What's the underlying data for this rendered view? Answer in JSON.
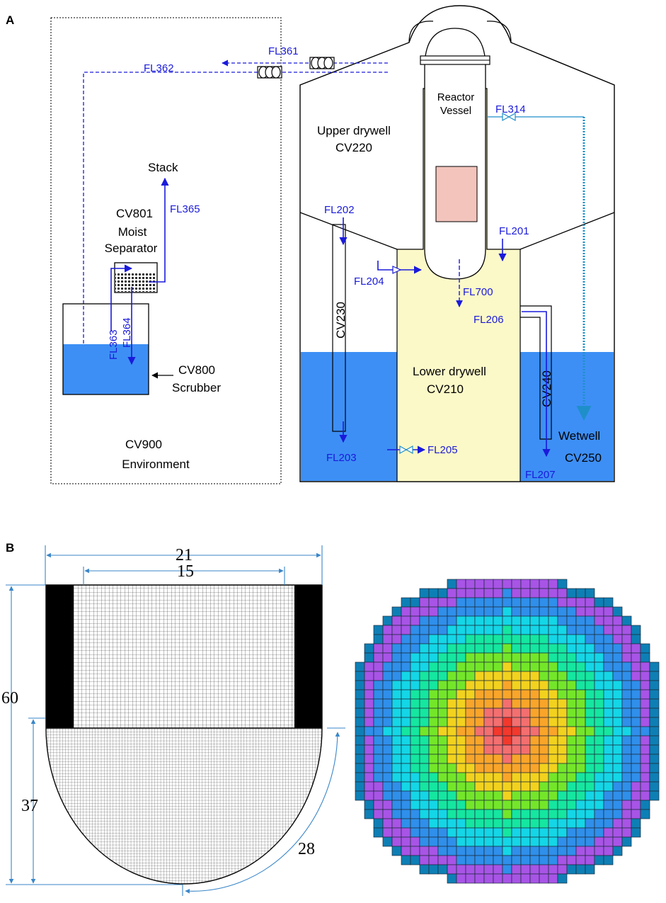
{
  "panel_a": {
    "letter": "A",
    "labels": {
      "reactor_1": "Reactor",
      "reactor_2": "Vessel",
      "upper_1": "Upper drywell",
      "upper_2": "CV220",
      "lower_1": "Lower drywell",
      "lower_2": "CV210",
      "wetwell_1": "Wetwell",
      "wetwell_2": "CV250",
      "cv230": "CV230",
      "cv240": "CV240",
      "stack": "Stack",
      "cv801_1": "CV801",
      "cv801_2": "Moist",
      "cv801_3": "Separator",
      "cv800_1": "CV800",
      "cv800_2": "Scrubber",
      "cv900_1": "CV900",
      "cv900_2": "Environment"
    },
    "flows": {
      "fl361": "FL361",
      "fl362": "FL362",
      "fl314": "FL314",
      "fl365": "FL365",
      "fl202": "FL202",
      "fl201": "FL201",
      "fl204": "FL204",
      "fl700": "FL700",
      "fl206": "FL206",
      "fl363": "FL363",
      "fl364": "FL364",
      "fl203": "FL203",
      "fl205": "FL205",
      "fl207": "FL207"
    },
    "colors": {
      "water": "#3d8ff5",
      "drywell": "#fcf9c8",
      "core": "#f2c4bc",
      "flow": "#1a1adb",
      "wetwell_line": "#1f8fc9"
    }
  },
  "panel_b": {
    "letter": "B",
    "dims": {
      "width_outer": "21",
      "width_inner": "15",
      "height_total": "60",
      "height_lower": "37",
      "arc": "28"
    },
    "core_map_colors": [
      "#d0509a",
      "#0e7fb5",
      "#a854e6",
      "#2f8fea",
      "#14d6e6",
      "#15e6a0",
      "#74e62a",
      "#f2d21e",
      "#f9a52a",
      "#f46f6f",
      "#f3382c"
    ]
  }
}
